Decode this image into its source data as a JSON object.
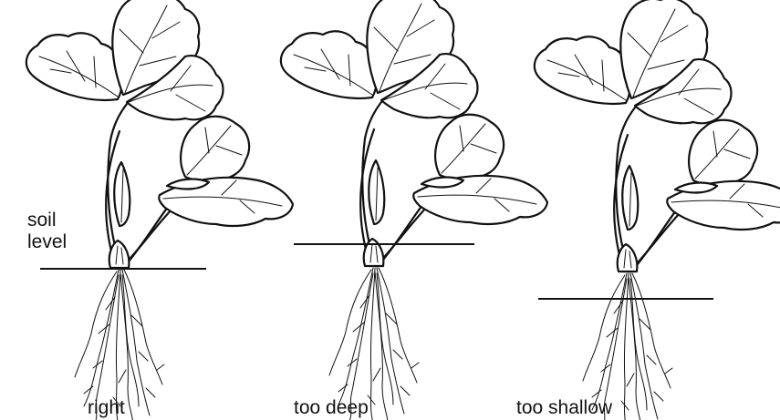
{
  "figure": {
    "soil_label_line1": "soil",
    "soil_label_line2": "level",
    "panels": [
      {
        "caption": "right"
      },
      {
        "caption": "too deep"
      },
      {
        "caption": "too shallow"
      }
    ]
  }
}
